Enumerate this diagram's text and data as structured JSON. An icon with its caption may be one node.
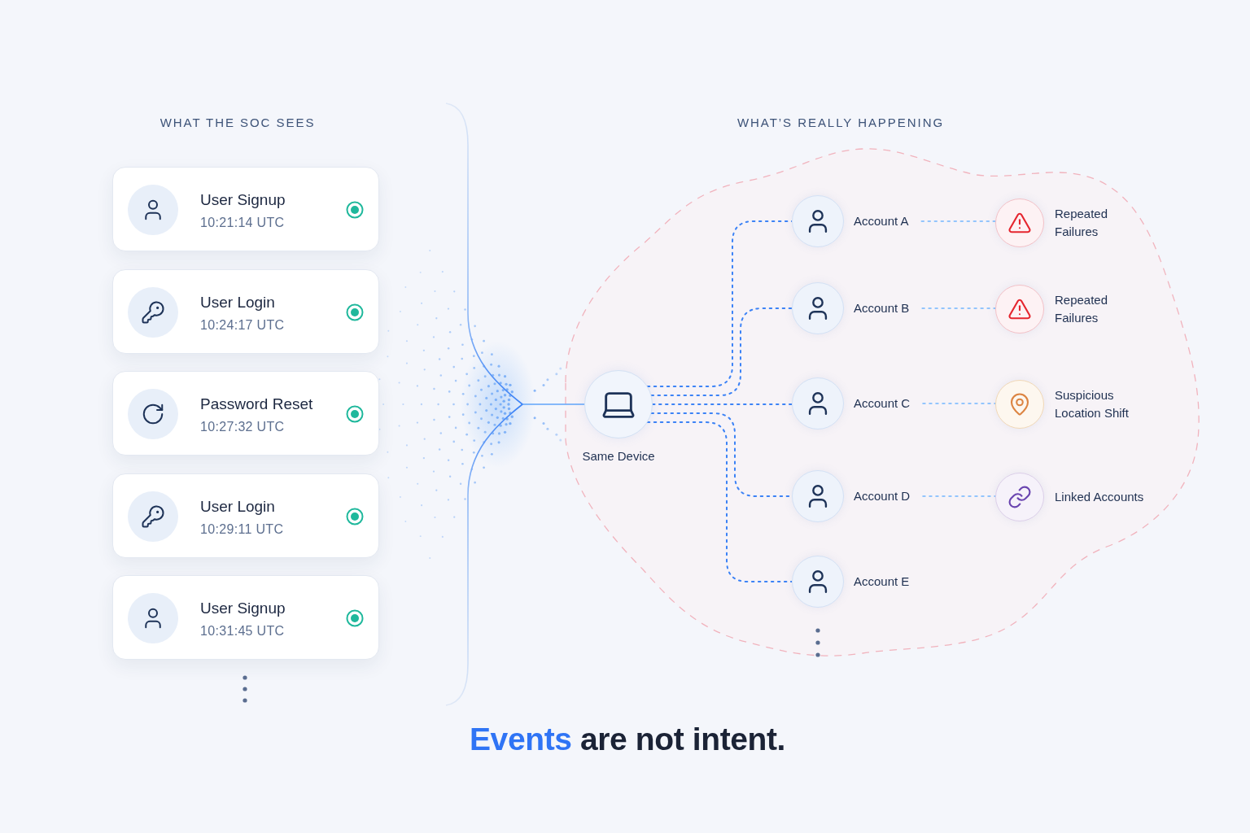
{
  "diagram": {
    "title": "Events are not intent.",
    "nodes": [
      {
        "text": [
          "User Signup",
          "10:21:14 UTC"
        ]
      },
      {
        "text": [
          "User Login",
          "10:24:17 UTC"
        ]
      },
      {
        "text": [
          "Password Reset",
          "10:27:32 UTC"
        ]
      },
      {
        "text": [
          "User Login",
          "10:29:11 UTC"
        ]
      },
      {
        "text": [
          "User Signup",
          "10:31:45 UTC"
        ]
      },
      {
        "text": [],
        "shape": "bracket"
      },
      {
        "text": [],
        "shape": "cloud"
      },
      {
        "text": [
          "Same Device"
        ],
        "in": 6
      },
      {
        "text": [
          "Account A"
        ],
        "in": 6
      },
      {
        "text": [
          "Repeated Failures"
        ],
        "in": 6
      },
      {
        "text": [
          "Account B"
        ],
        "in": 6
      },
      {
        "text": [
          "Repeated Failures"
        ],
        "in": 6
      },
      {
        "text": [
          "Account C"
        ],
        "in": 6
      },
      {
        "text": [
          "Suspicious Location Shift"
        ],
        "in": 6
      },
      {
        "text": [
          "Account D"
        ],
        "in": 6
      },
      {
        "text": [
          "Linked Accounts"
        ],
        "in": 6
      },
      {
        "text": [
          "Account E"
        ],
        "in": 6
      }
    ],
    "edges": [
      {
        "from": 5,
        "to": 7,
        "arrow": "none",
        "color": "#60a5fa"
      },
      {
        "from": 7,
        "to": 8,
        "arrow": "none",
        "style": "dashed"
      },
      {
        "from": 7,
        "to": 10,
        "arrow": "none",
        "style": "dashed"
      },
      {
        "from": 7,
        "to": 12,
        "arrow": "none",
        "style": "dashed"
      },
      {
        "from": 7,
        "to": 14,
        "arrow": "none",
        "style": "dashed"
      },
      {
        "from": 7,
        "to": 16,
        "arrow": "none",
        "style": "dashed"
      },
      {
        "from": 8,
        "to": 9,
        "arrow": "none",
        "style": "dashed",
        "color": "#93c5fd"
      },
      {
        "from": 10,
        "to": 11,
        "arrow": "none",
        "style": "dashed",
        "color": "#93c5fd"
      },
      {
        "from": 12,
        "to": 13,
        "arrow": "none",
        "style": "dashed",
        "color": "#93c5fd"
      },
      {
        "from": 14,
        "to": 15,
        "arrow": "none",
        "style": "dashed",
        "color": "#93c5fd"
      }
    ],
    "labels": [
      "WHAT THE SOC SEES",
      "WHAT’S REALLY HAPPENING"
    ]
  }
}
